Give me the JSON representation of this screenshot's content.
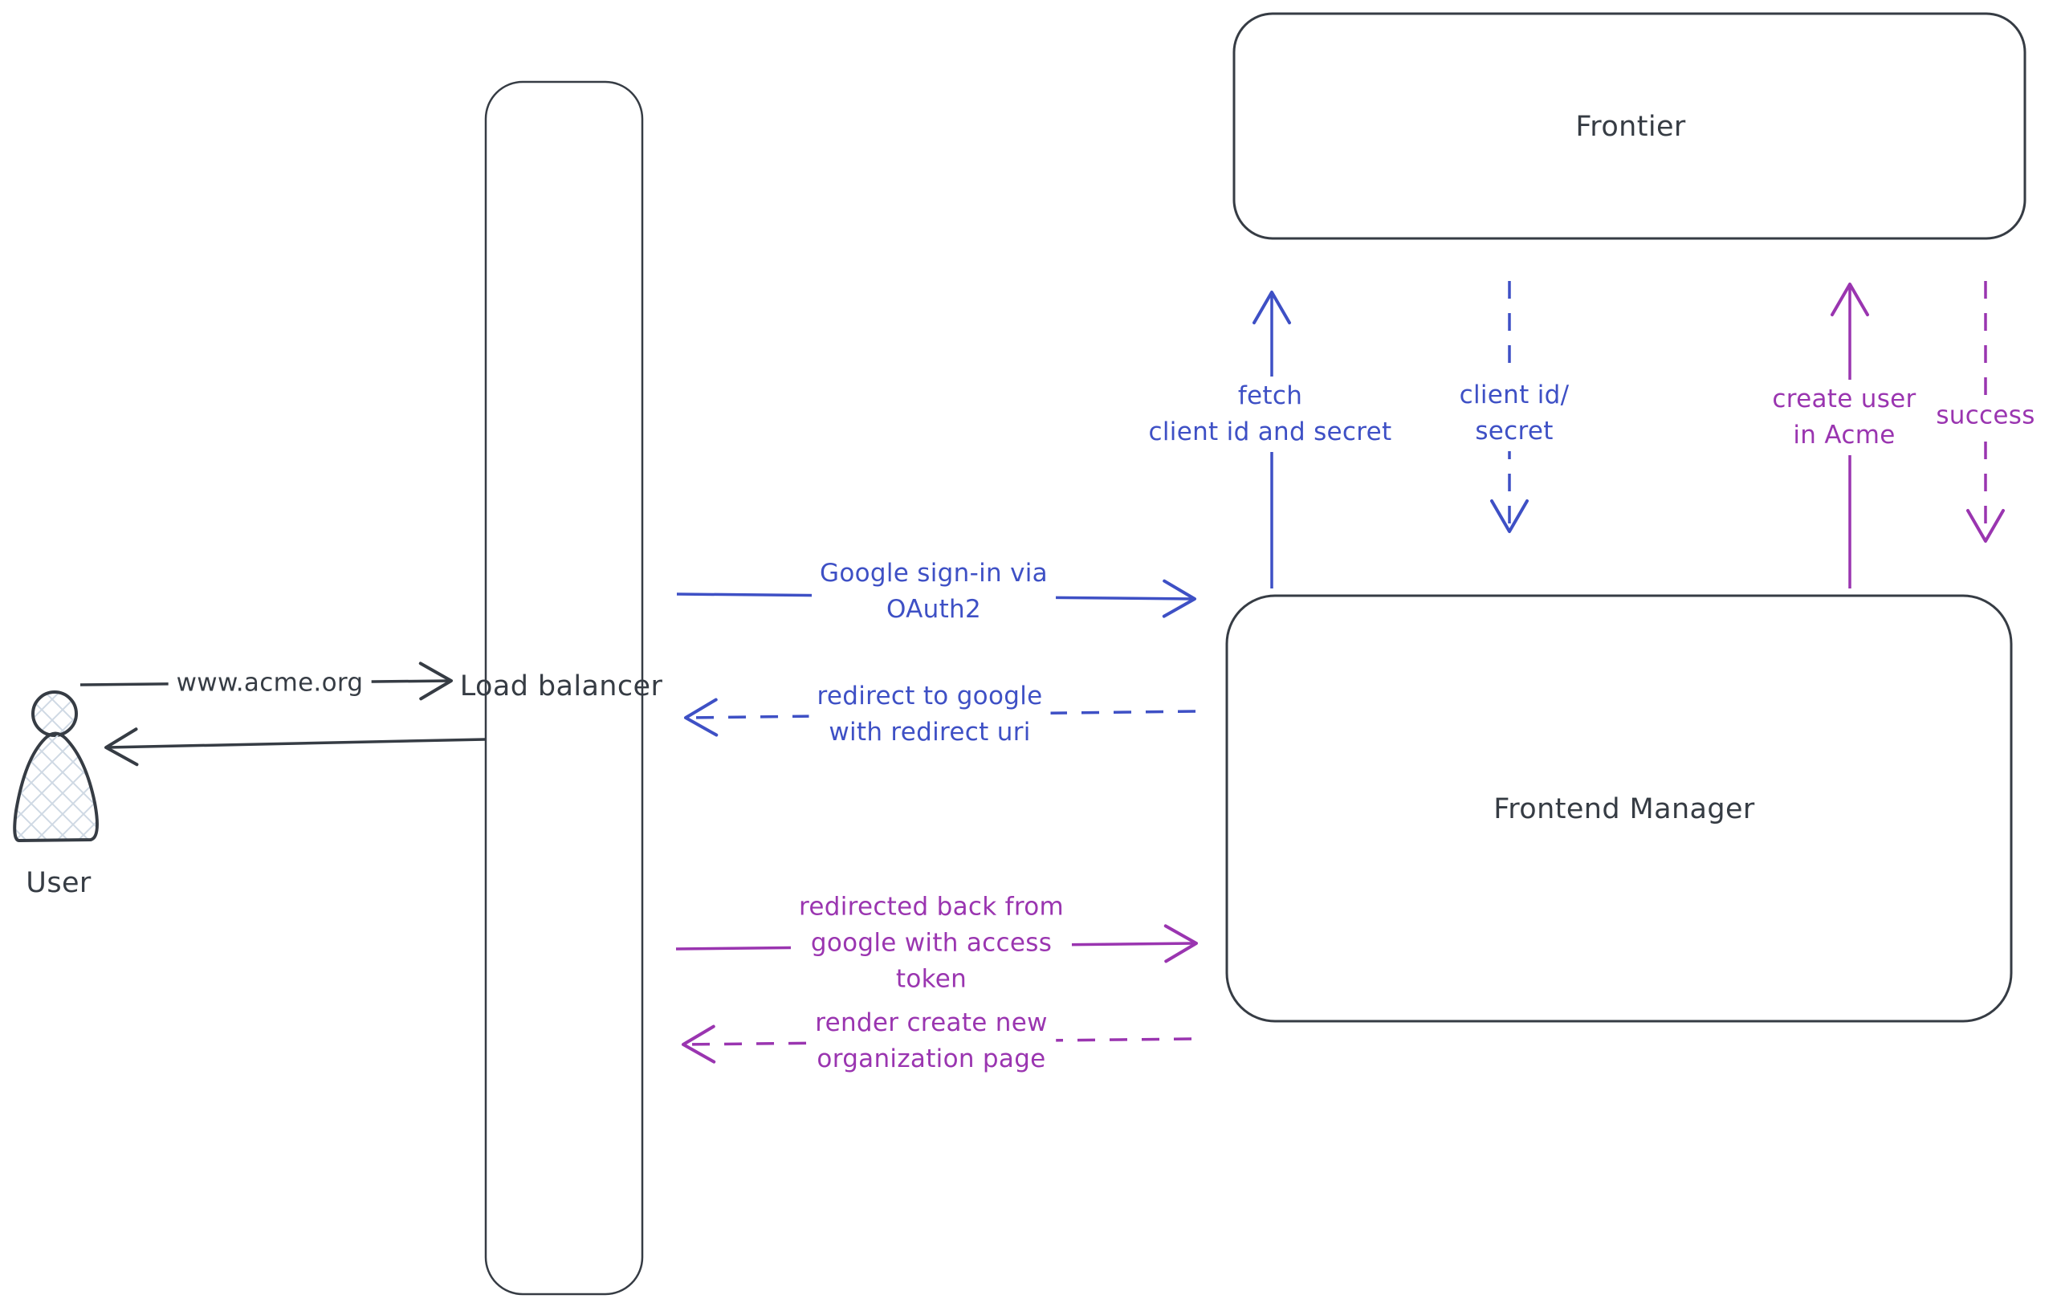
{
  "colors": {
    "ink": "#363c44",
    "blue": "#3e50c5",
    "purple": "#9a35b0",
    "hatch_fill": "#cfd9e4"
  },
  "nodes": {
    "user": {
      "label": "User"
    },
    "load_balancer": {
      "line1": "Load",
      "line2": "balancer"
    },
    "frontier": {
      "label": "Frontier"
    },
    "frontend_manager": {
      "line1": "Frontend",
      "line2": "Manager"
    }
  },
  "edges": {
    "www_acme": {
      "label": "www.acme.org"
    },
    "google_signin": {
      "line1": "Google sign-in via",
      "line2": "OAuth2"
    },
    "redirect_google": {
      "line1": "redirect to google",
      "line2": "with redirect uri"
    },
    "redirected_back": {
      "line1": "redirected back from",
      "line2": "google with access",
      "line3": "token"
    },
    "render_org_page": {
      "line1": "render create new",
      "line2": "organization page"
    },
    "fetch_client": {
      "line1": "fetch",
      "line2": "client id and secret"
    },
    "client_id_secret": {
      "line1": "client id/",
      "line2": "secret"
    },
    "create_user": {
      "line1": "create user",
      "line2": "in Acme"
    },
    "success": {
      "label": "success"
    }
  }
}
